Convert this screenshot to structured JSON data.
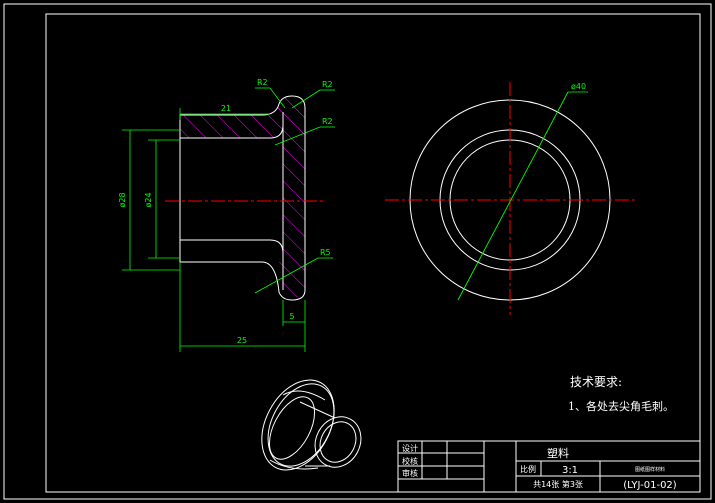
{
  "colors": {
    "background": "#000000",
    "outline": "#ffffff",
    "dimension": "#00ff00",
    "centerline": "#ff0000",
    "hatch": "#ff00ff"
  },
  "section_view": {
    "radius_labels": [
      "R2",
      "R2",
      "R2",
      "R5"
    ],
    "dim_length_top": "21",
    "dim_outer_dia": "ø28",
    "dim_inner_dia": "ø24",
    "dim_flange": "5",
    "dim_total_length": "25"
  },
  "end_view": {
    "dim_flange_dia": "ø40"
  },
  "tech_requirements": {
    "title": "技术要求:",
    "item1": "1、各处去尖角毛刺。"
  },
  "title_block": {
    "designed": "设计",
    "checked": "校核",
    "approved": "审核",
    "material": "塑料",
    "scale_label": "比例",
    "scale_value": "3:1",
    "small_note": "图纸图样材料",
    "sheets": "共14张  第3张",
    "drawing_no": "(LYJ-01-02)"
  }
}
